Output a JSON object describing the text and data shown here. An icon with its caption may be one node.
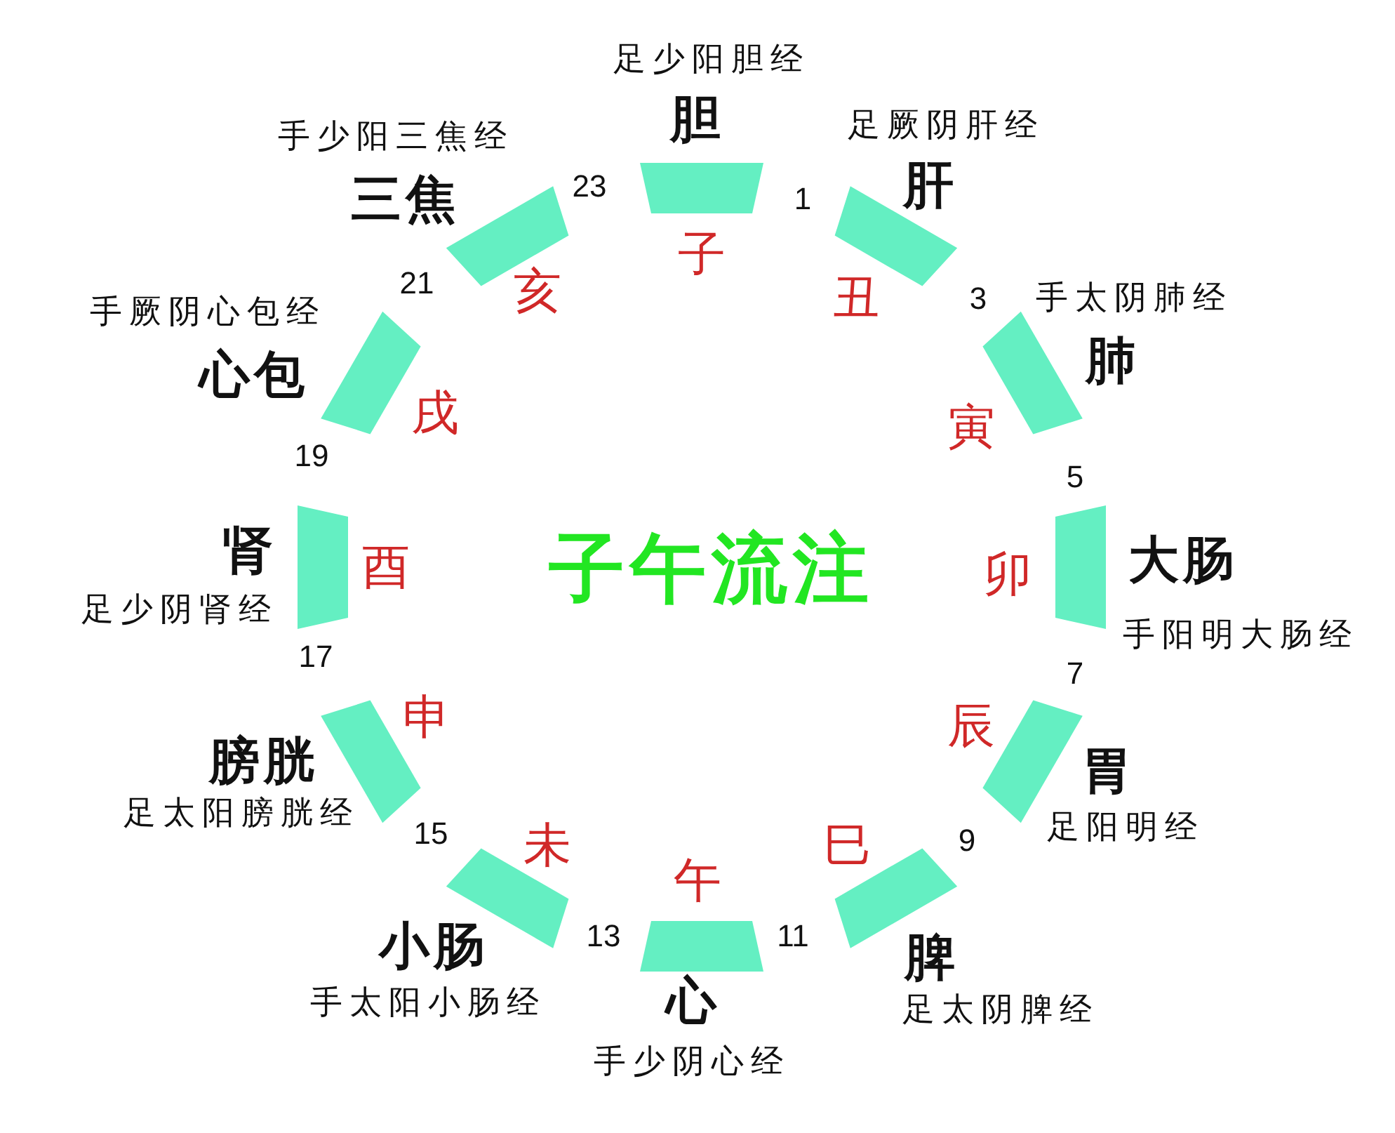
{
  "diagram": {
    "title": "子午流注",
    "nodes": [
      {
        "text": [],
        "shape": "bar",
        "beside": [
          "胆",
          "足少阳胆经",
          "子"
        ]
      },
      {
        "text": [],
        "shape": "bar",
        "beside": [
          "肝",
          "足厥阴肝经",
          "丑"
        ]
      },
      {
        "text": [],
        "shape": "bar",
        "beside": [
          "肺",
          "手太阴肺经",
          "寅"
        ]
      },
      {
        "text": [],
        "shape": "bar",
        "beside": [
          "大肠",
          "手阳明大肠经",
          "卯"
        ]
      },
      {
        "text": [],
        "shape": "bar",
        "beside": [
          "胃",
          "足阳明经",
          "辰"
        ]
      },
      {
        "text": [],
        "shape": "bar",
        "beside": [
          "脾",
          "足太阴脾经",
          "巳"
        ]
      },
      {
        "text": [],
        "shape": "bar",
        "beside": [
          "心",
          "手少阴心经",
          "午"
        ]
      },
      {
        "text": [],
        "shape": "bar",
        "beside": [
          "小肠",
          "手太阳小肠经",
          "未"
        ]
      },
      {
        "text": [],
        "shape": "bar",
        "beside": [
          "膀胱",
          "足太阳膀胱经",
          "申"
        ]
      },
      {
        "text": [],
        "shape": "bar",
        "beside": [
          "肾",
          "足少阴肾经",
          "酉"
        ]
      },
      {
        "text": [],
        "shape": "bar",
        "beside": [
          "心包",
          "手厥阴心包经",
          "戌"
        ]
      },
      {
        "text": [],
        "shape": "bar",
        "beside": [
          "三焦",
          "手少阳三焦经",
          "亥"
        ]
      }
    ],
    "labels": [
      "23",
      "1",
      "3",
      "5",
      "7",
      "9",
      "11",
      "13",
      "15",
      "17",
      "19",
      "21"
    ]
  }
}
